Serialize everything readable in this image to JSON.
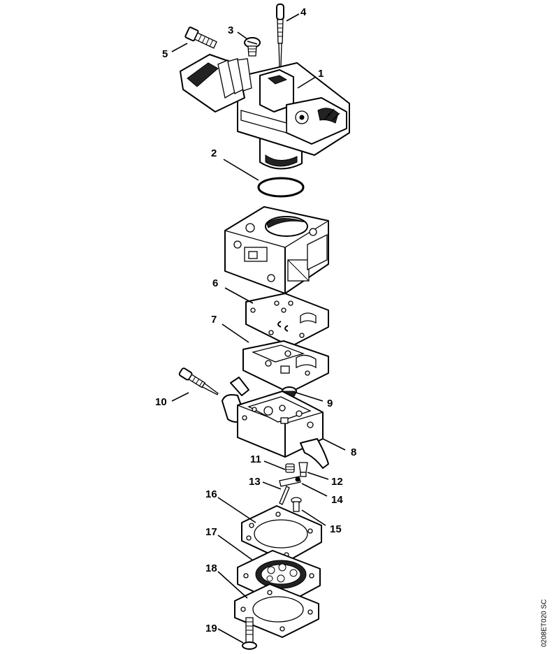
{
  "diagram": {
    "reference_code": "0208ET020 SC",
    "callouts": [
      {
        "id": "1",
        "label": "1"
      },
      {
        "id": "2",
        "label": "2"
      },
      {
        "id": "3",
        "label": "3"
      },
      {
        "id": "4",
        "label": "4"
      },
      {
        "id": "5",
        "label": "5"
      },
      {
        "id": "6",
        "label": "6"
      },
      {
        "id": "7",
        "label": "7"
      },
      {
        "id": "8",
        "label": "8"
      },
      {
        "id": "9",
        "label": "9"
      },
      {
        "id": "10",
        "label": "10"
      },
      {
        "id": "11",
        "label": "11"
      },
      {
        "id": "12",
        "label": "12"
      },
      {
        "id": "13",
        "label": "13"
      },
      {
        "id": "14",
        "label": "14"
      },
      {
        "id": "15",
        "label": "15"
      },
      {
        "id": "16",
        "label": "16"
      },
      {
        "id": "17",
        "label": "17"
      },
      {
        "id": "18",
        "label": "18"
      },
      {
        "id": "19",
        "label": "19"
      }
    ]
  }
}
